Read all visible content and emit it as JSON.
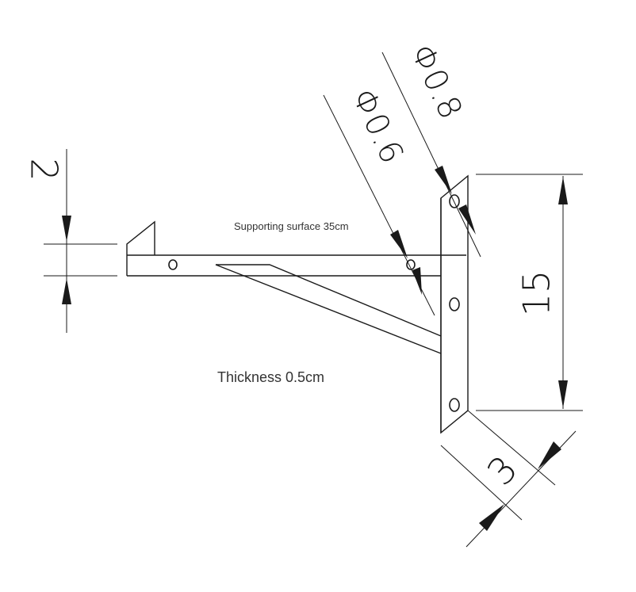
{
  "labels": {
    "supporting_surface": "Supporting surface 35cm",
    "thickness": "Thickness 0.5cm"
  },
  "dimensions": {
    "lip_height": "2",
    "hole_small": "Φ0.6",
    "hole_large": "Φ0.8",
    "vertical_length": "15",
    "vertical_width": "3"
  },
  "colors": {
    "line": "#1a1a1a",
    "text": "#333333"
  }
}
